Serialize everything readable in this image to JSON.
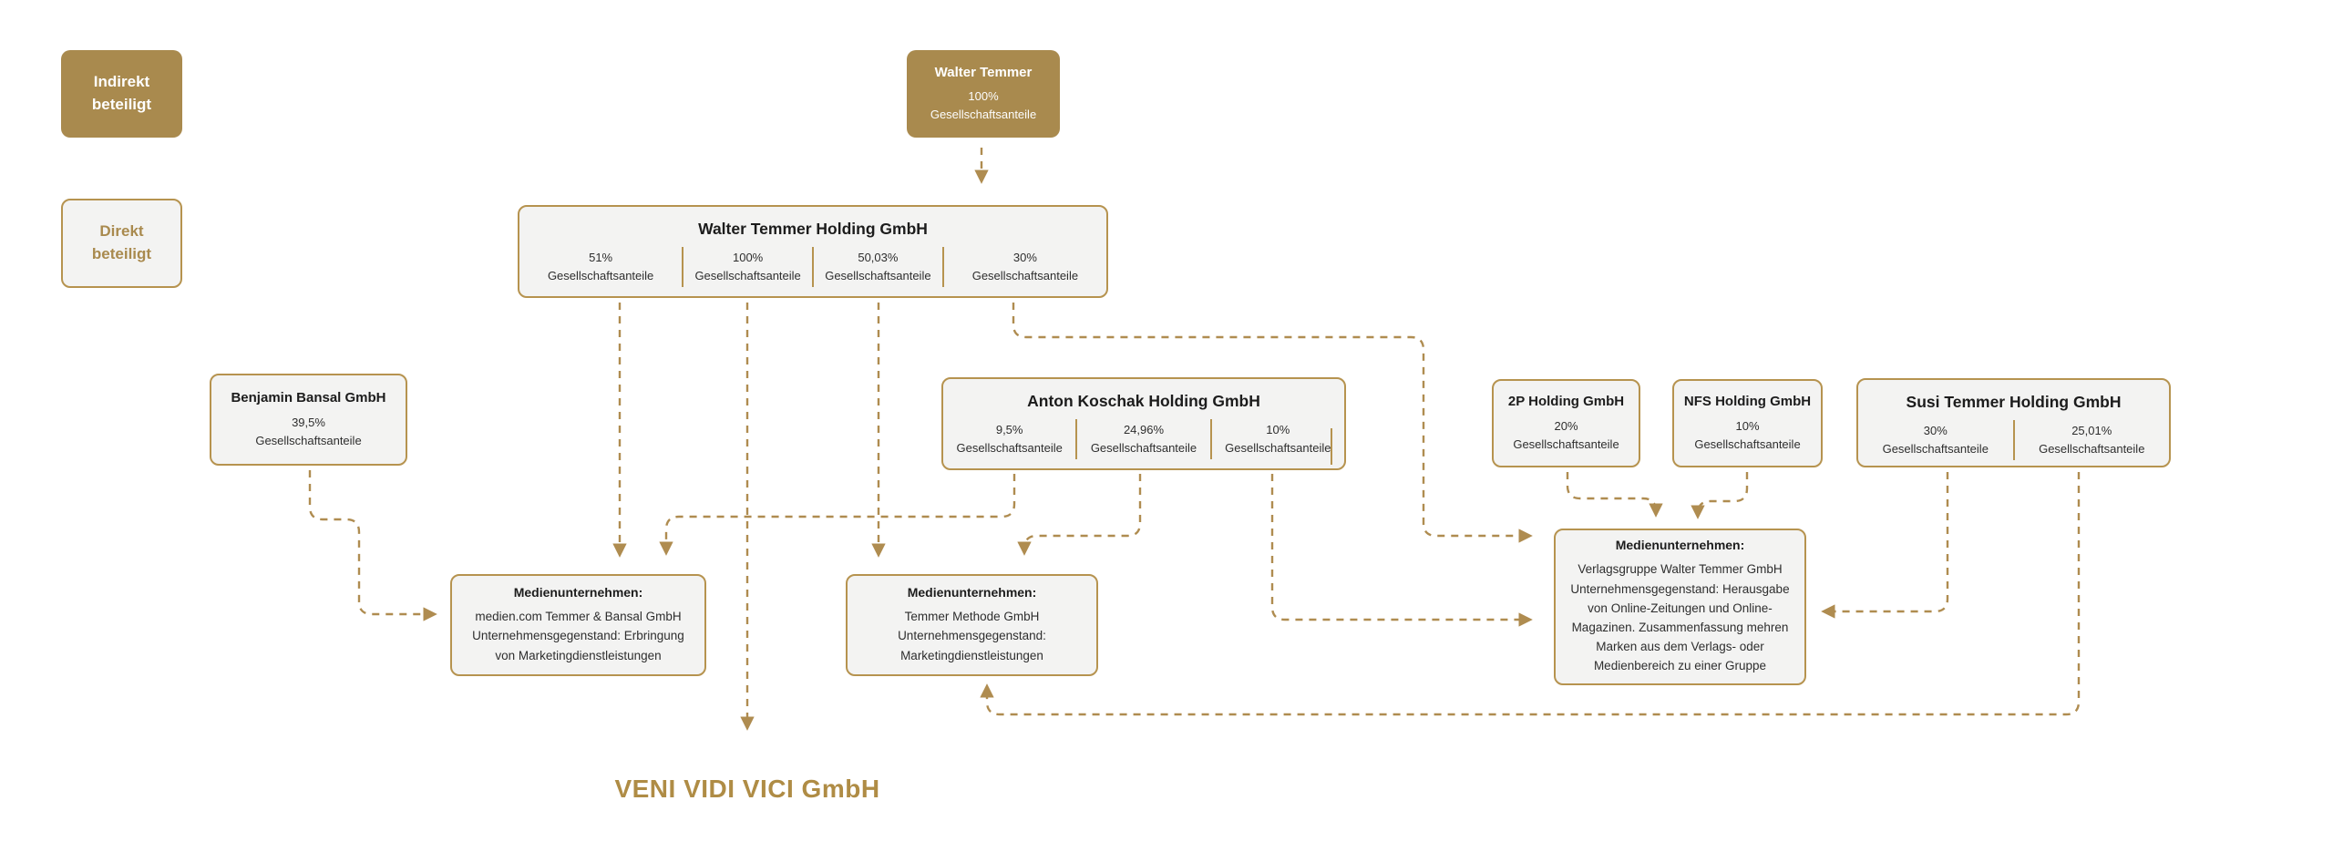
{
  "colors": {
    "gold_fill": "#A98A4E",
    "gold_border": "#B6934F",
    "connector": "#AF8C50",
    "box_fill": "#F3F3F2",
    "text_dark": "#1c1c1c",
    "footer_gold": "#AF8C45"
  },
  "legend": {
    "indirect": "Indirekt beteiligt",
    "direct": "Direkt beteiligt"
  },
  "nodes": {
    "walter_temmer": {
      "title": "Walter Temmer",
      "shares": [
        {
          "pct": "100%",
          "label": "Gesellschaftsanteile"
        }
      ]
    },
    "walter_temmer_holding": {
      "title": "Walter Temmer Holding GmbH",
      "shares": [
        {
          "pct": "51%",
          "label": "Gesellschaftsanteile"
        },
        {
          "pct": "100%",
          "label": "Gesellschaftsanteile"
        },
        {
          "pct": "50,03%",
          "label": "Gesellschaftsanteile"
        },
        {
          "pct": "30%",
          "label": "Gesellschaftsanteile"
        }
      ]
    },
    "benjamin_bansal": {
      "title": "Benjamin Bansal GmbH",
      "shares": [
        {
          "pct": "39,5%",
          "label": "Gesellschaftsanteile"
        }
      ]
    },
    "anton_koschak": {
      "title": "Anton Koschak Holding GmbH",
      "shares": [
        {
          "pct": "9,5%",
          "label": "Gesellschaftsanteile"
        },
        {
          "pct": "24,96%",
          "label": "Gesellschaftsanteile"
        },
        {
          "pct": "10%",
          "label": "Gesellschaftsanteile"
        }
      ]
    },
    "zwei_p_holding": {
      "title": "2P Holding GmbH",
      "shares": [
        {
          "pct": "20%",
          "label": "Gesellschaftsanteile"
        }
      ]
    },
    "nfs_holding": {
      "title": "NFS Holding GmbH",
      "shares": [
        {
          "pct": "10%",
          "label": "Gesellschaftsanteile"
        }
      ]
    },
    "susi_temmer_holding": {
      "title": "Susi Temmer Holding GmbH",
      "shares": [
        {
          "pct": "30%",
          "label": "Gesellschaftsanteile"
        },
        {
          "pct": "25,01%",
          "label": "Gesellschaftsanteile"
        }
      ]
    },
    "media_mediencom": {
      "heading": "Medienunternehmen:",
      "lines": [
        "medien.com Temmer & Bansal GmbH",
        "Unternehmensgegenstand: Erbringung",
        "von Marketingdienstleistungen"
      ]
    },
    "media_temmer_methode": {
      "heading": "Medienunternehmen:",
      "lines": [
        "Temmer Methode GmbH",
        "Unternehmensgegenstand:",
        "Marketingdienstleistungen"
      ]
    },
    "media_verlagsgruppe": {
      "heading": "Medienunternehmen:",
      "lines": [
        "Verlagsgruppe Walter Temmer GmbH",
        "Unternehmensgegenstand: Herausgabe",
        "von Online-Zeitungen und Online-",
        "Magazinen. Zusammenfassung mehren",
        "Marken aus dem Verlags- oder",
        "Medienbereich zu einer Gruppe"
      ]
    }
  },
  "footer": {
    "company": "VENI VIDI VICI GmbH"
  }
}
